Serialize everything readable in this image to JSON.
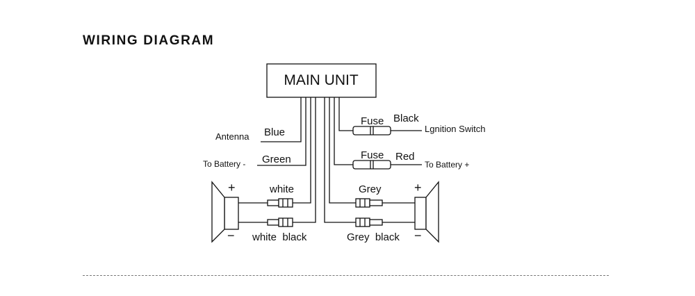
{
  "title": "WIRING DIAGRAM",
  "main_unit": "MAIN UNIT",
  "labels": {
    "antenna": "Antenna",
    "blue": "Blue",
    "to_battery_neg": "To Battery -",
    "green": "Green",
    "fuse_1": "Fuse",
    "black": "Black",
    "ignition": "Lgnition Switch",
    "fuse_2": "Fuse",
    "red": "Red",
    "to_battery_pos": "To Battery +",
    "white": "white",
    "white_black": "white  black",
    "grey": "Grey",
    "grey_black": "Grey  black",
    "left_plus": "+",
    "left_minus": "−",
    "right_plus": "+",
    "right_minus": "−"
  }
}
